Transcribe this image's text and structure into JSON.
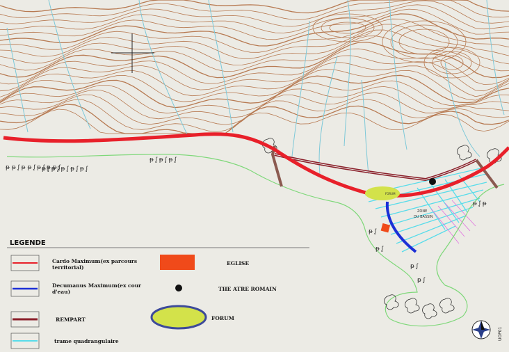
{
  "legend": {
    "title": "LEGENDE",
    "items": [
      {
        "key": "cardo",
        "label_line1": "Cardo Maximum(ex parcours",
        "label_line2": "territorial)"
      },
      {
        "key": "decumanus",
        "label_line1": "Decumanus Maximum(ex cour",
        "label_line2": "d'eau)"
      },
      {
        "key": "rempart",
        "label_line1": "REMPART",
        "label_line2": ""
      },
      {
        "key": "trame",
        "label_line1": "trame quadrangulaire",
        "label_line2": ""
      },
      {
        "key": "eglise",
        "label_line1": "EGLISE",
        "label_line2": ""
      },
      {
        "key": "theatre",
        "label_line1": "THE ATRE ROMAIN",
        "label_line2": ""
      },
      {
        "key": "forum",
        "label_line1": "FORUM",
        "label_line2": ""
      }
    ]
  },
  "map_labels": {
    "forum_label": "FORUM",
    "zone_label_line1": "ZONE",
    "zone_label_line2": "DU BASSIN",
    "north_code": "UOP01"
  },
  "colors": {
    "background": "#ecebe5",
    "contour": "#b77a52",
    "stream": "#7cc8d8",
    "cardo": "#e8202a",
    "decumanus": "#1c2fd6",
    "rempart": "#8a1f2a",
    "rempart_spur": "#8b5a50",
    "trame": "#58dcea",
    "eglise": "#f04a1a",
    "theatre": "#111111",
    "forum_fill": "#d3e24a",
    "forum_stroke": "#3d4a9a",
    "outline_green": "#7fd87a",
    "magenta": "#e070e0"
  },
  "icons": [
    "north-arrow-icon",
    "crosshair-icon"
  ]
}
